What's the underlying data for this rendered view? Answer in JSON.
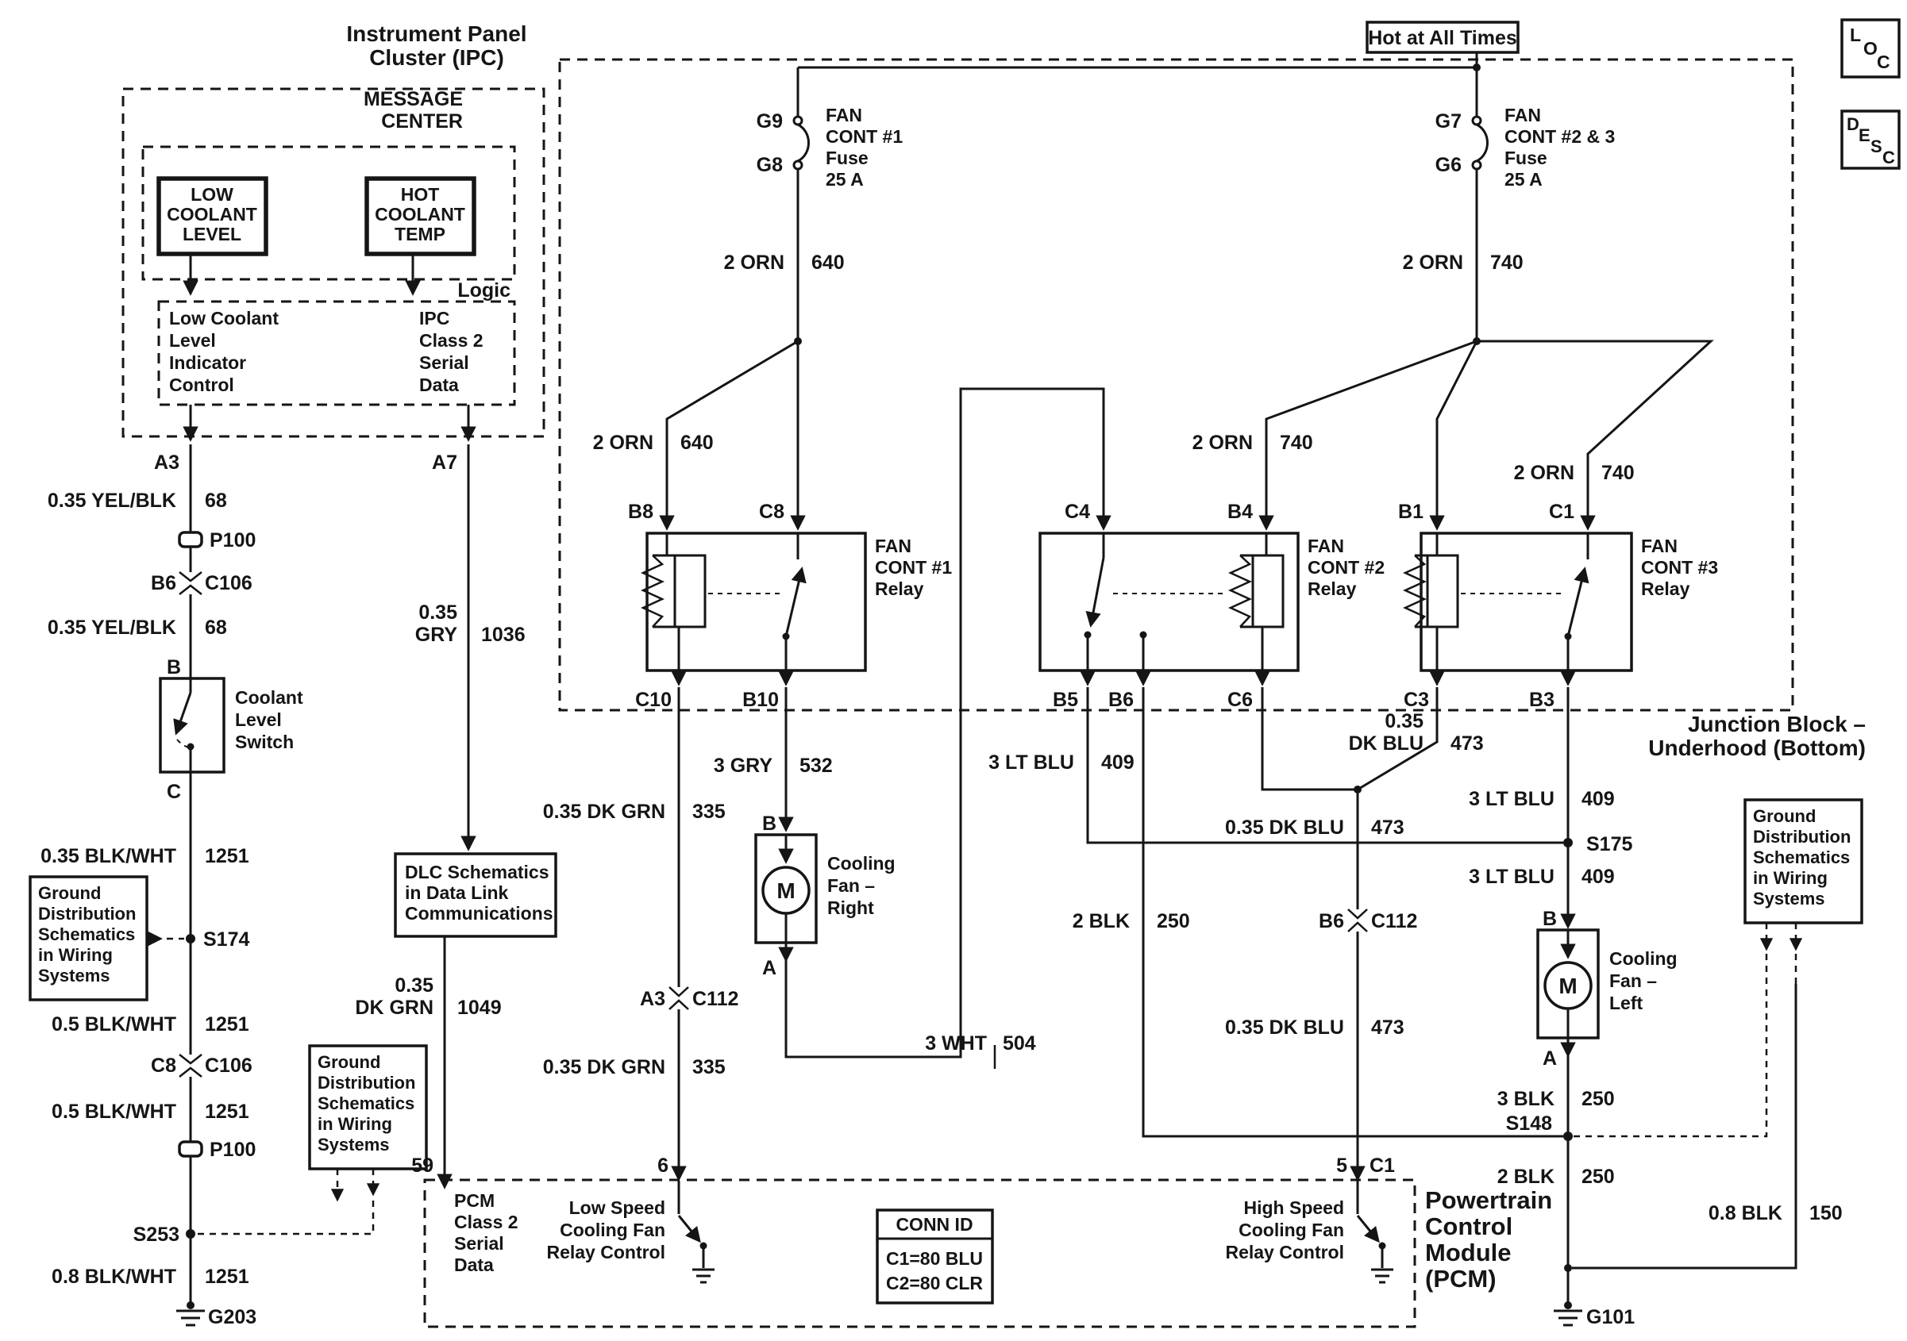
{
  "corner": {
    "loc": [
      "L",
      "O",
      "C"
    ],
    "desc": [
      "D",
      "E",
      "S",
      "C"
    ]
  },
  "power": {
    "hot_at_all_times": "Hot at All Times",
    "fuse1": {
      "pin_top": "G9",
      "pin_bottom": "G8",
      "label": [
        "FAN",
        "CONT #1",
        "Fuse",
        "25 A"
      ]
    },
    "fuse2": {
      "pin_top": "G7",
      "pin_bottom": "G6",
      "label": [
        "FAN",
        "CONT #2 & 3",
        "Fuse",
        "25 A"
      ]
    }
  },
  "ipc": {
    "title": [
      "Instrument Panel",
      "Cluster (IPC)"
    ],
    "message_center": [
      "MESSAGE",
      "CENTER"
    ],
    "indicator_low": [
      "LOW",
      "COOLANT",
      "LEVEL"
    ],
    "indicator_hot": [
      "HOT",
      "COOLANT",
      "TEMP"
    ],
    "logic": "Logic",
    "logic_left": [
      "Low Coolant",
      "Level",
      "Indicator",
      "Control"
    ],
    "logic_right": [
      "IPC",
      "Class 2",
      "Serial",
      "Data"
    ],
    "pin_a3": "A3",
    "pin_a7": "A7"
  },
  "coolant_switch": {
    "pin_top": "B",
    "pin_bottom": "C",
    "label": [
      "Coolant",
      "Level",
      "Switch"
    ]
  },
  "relays": {
    "relay1": {
      "label": [
        "FAN",
        "CONT #1",
        "Relay"
      ],
      "t_tl": "B8",
      "t_tr": "C8",
      "t_bl": "C10",
      "t_br": "B10"
    },
    "relay2": {
      "label": [
        "FAN",
        "CONT #2",
        "Relay"
      ],
      "t_tl": "C4",
      "t_tr": "B4",
      "t_b1": "B5",
      "t_b2": "B6",
      "t_b3": "C6"
    },
    "relay3": {
      "label": [
        "FAN",
        "CONT #3",
        "Relay"
      ],
      "t_tl": "B1",
      "t_tr": "C1",
      "t_bl": "C3",
      "t_br": "B3"
    }
  },
  "junction_block": [
    "Junction Block –",
    "Underhood (Bottom)"
  ],
  "fans": {
    "right": {
      "motor": "M",
      "pin_top": "B",
      "pin_bottom": "A",
      "label": [
        "Cooling",
        "Fan –",
        "Right"
      ]
    },
    "left": {
      "motor": "M",
      "pin_top": "B",
      "pin_bottom": "A",
      "label": [
        "Cooling",
        "Fan –",
        "Left"
      ]
    }
  },
  "wire_labels": {
    "yel_blk_1": {
      "gauge": "0.35 YEL/BLK",
      "circuit": "68"
    },
    "yel_blk_2": {
      "gauge": "0.35 YEL/BLK",
      "circuit": "68"
    },
    "blk_wht_1": {
      "gauge": "0.35 BLK/WHT",
      "circuit": "1251"
    },
    "blk_wht_2": {
      "gauge": "0.5 BLK/WHT",
      "circuit": "1251"
    },
    "blk_wht_3": {
      "gauge": "0.5 BLK/WHT",
      "circuit": "1251"
    },
    "blk_wht_4": {
      "gauge": "0.8 BLK/WHT",
      "circuit": "1251"
    },
    "gry_1036": {
      "gauge_l1": "0.35",
      "gauge_l2": "GRY",
      "circuit": "1036"
    },
    "dk_grn_1049": {
      "gauge_l1": "0.35",
      "gauge_l2": "DK GRN",
      "circuit": "1049"
    },
    "orn_640_1": {
      "gauge": "2 ORN",
      "circuit": "640"
    },
    "orn_640_2": {
      "gauge": "2 ORN",
      "circuit": "640"
    },
    "orn_740_1": {
      "gauge": "2 ORN",
      "circuit": "740"
    },
    "orn_740_2": {
      "gauge": "2 ORN",
      "circuit": "740"
    },
    "orn_740_3": {
      "gauge": "2 ORN",
      "circuit": "740"
    },
    "gry_532": {
      "gauge": "3 GRY",
      "circuit": "532"
    },
    "dk_grn_335_1": {
      "gauge": "0.35 DK GRN",
      "circuit": "335"
    },
    "dk_grn_335_2": {
      "gauge": "0.35 DK GRN",
      "circuit": "335"
    },
    "wht_504": {
      "gauge": "3 WHT",
      "circuit": "504"
    },
    "lt_blu_409_1": {
      "gauge": "3 LT BLU",
      "circuit": "409"
    },
    "lt_blu_409_2": {
      "gauge": "3 LT BLU",
      "circuit": "409"
    },
    "lt_blu_409_3": {
      "gauge": "3 LT BLU",
      "circuit": "409"
    },
    "dk_blu_473_1": {
      "gauge_l1": "0.35",
      "gauge_l2": "DK BLU",
      "circuit": "473"
    },
    "dk_blu_473_2": {
      "gauge": "0.35 DK BLU",
      "circuit": "473"
    },
    "dk_blu_473_3": {
      "gauge": "0.35 DK BLU",
      "circuit": "473"
    },
    "blk_250_1": {
      "gauge": "2 BLK",
      "circuit": "250"
    },
    "blk_250_2": {
      "gauge": "3 BLK",
      "circuit": "250"
    },
    "blk_250_3": {
      "gauge": "2 BLK",
      "circuit": "250"
    },
    "blk_150": {
      "gauge": "0.8 BLK",
      "circuit": "150"
    }
  },
  "connectors": {
    "p100_1": "P100",
    "p100_2": "P100",
    "c106_1": {
      "pin": "B6",
      "name": "C106"
    },
    "c106_2": {
      "pin": "C8",
      "name": "C106"
    },
    "c112_1": {
      "pin": "A3",
      "name": "C112"
    },
    "c112_2": {
      "pin": "B6",
      "name": "C112"
    }
  },
  "splices": {
    "s174": "S174",
    "s253": "S253",
    "s175": "S175",
    "s148": "S148"
  },
  "grounds": {
    "g203": "G203",
    "g101": "G101"
  },
  "ground_dist_box": [
    "Ground",
    "Distribution",
    "Schematics",
    "in Wiring",
    "Systems"
  ],
  "dlc_box": [
    "DLC Schematics",
    "in Data Link",
    "Communications"
  ],
  "pcm": {
    "pin_59": "59",
    "pin_6": "6",
    "pin_5": "5",
    "pin_5_conn": "C1",
    "class2": [
      "PCM",
      "Class 2",
      "Serial",
      "Data"
    ],
    "low_speed": [
      "Low Speed",
      "Cooling Fan",
      "Relay Control"
    ],
    "high_speed": [
      "High Speed",
      "Cooling Fan",
      "Relay Control"
    ],
    "conn_id": {
      "title": "CONN ID",
      "rows": [
        "C1=80 BLU",
        "C2=80 CLR"
      ]
    },
    "name": [
      "Powertrain",
      "Control",
      "Module",
      "(PCM)"
    ]
  }
}
